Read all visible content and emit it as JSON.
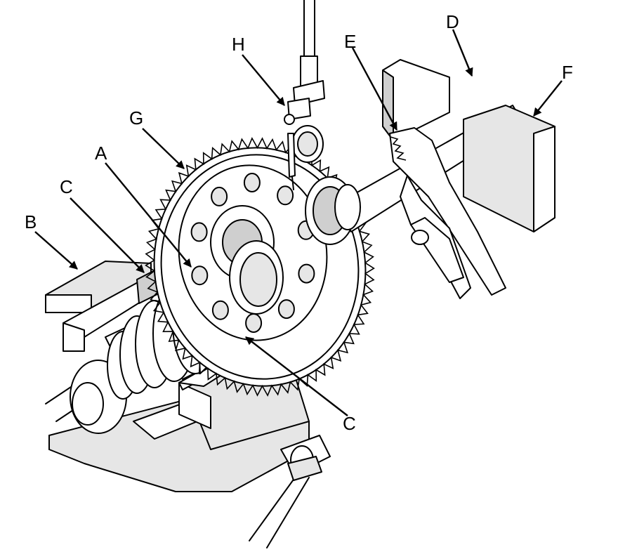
{
  "callouts": [
    {
      "id": "A",
      "text": "A"
    },
    {
      "id": "B",
      "text": "B"
    },
    {
      "id": "C1",
      "text": "C"
    },
    {
      "id": "C2",
      "text": "C"
    },
    {
      "id": "D",
      "text": "D"
    },
    {
      "id": "E",
      "text": "E"
    },
    {
      "id": "F",
      "text": "F"
    },
    {
      "id": "G",
      "text": "G"
    },
    {
      "id": "H",
      "text": "H"
    }
  ],
  "colors": {
    "line": "#000000",
    "fill": "#ffffff",
    "shade": "#cfcfcf"
  }
}
